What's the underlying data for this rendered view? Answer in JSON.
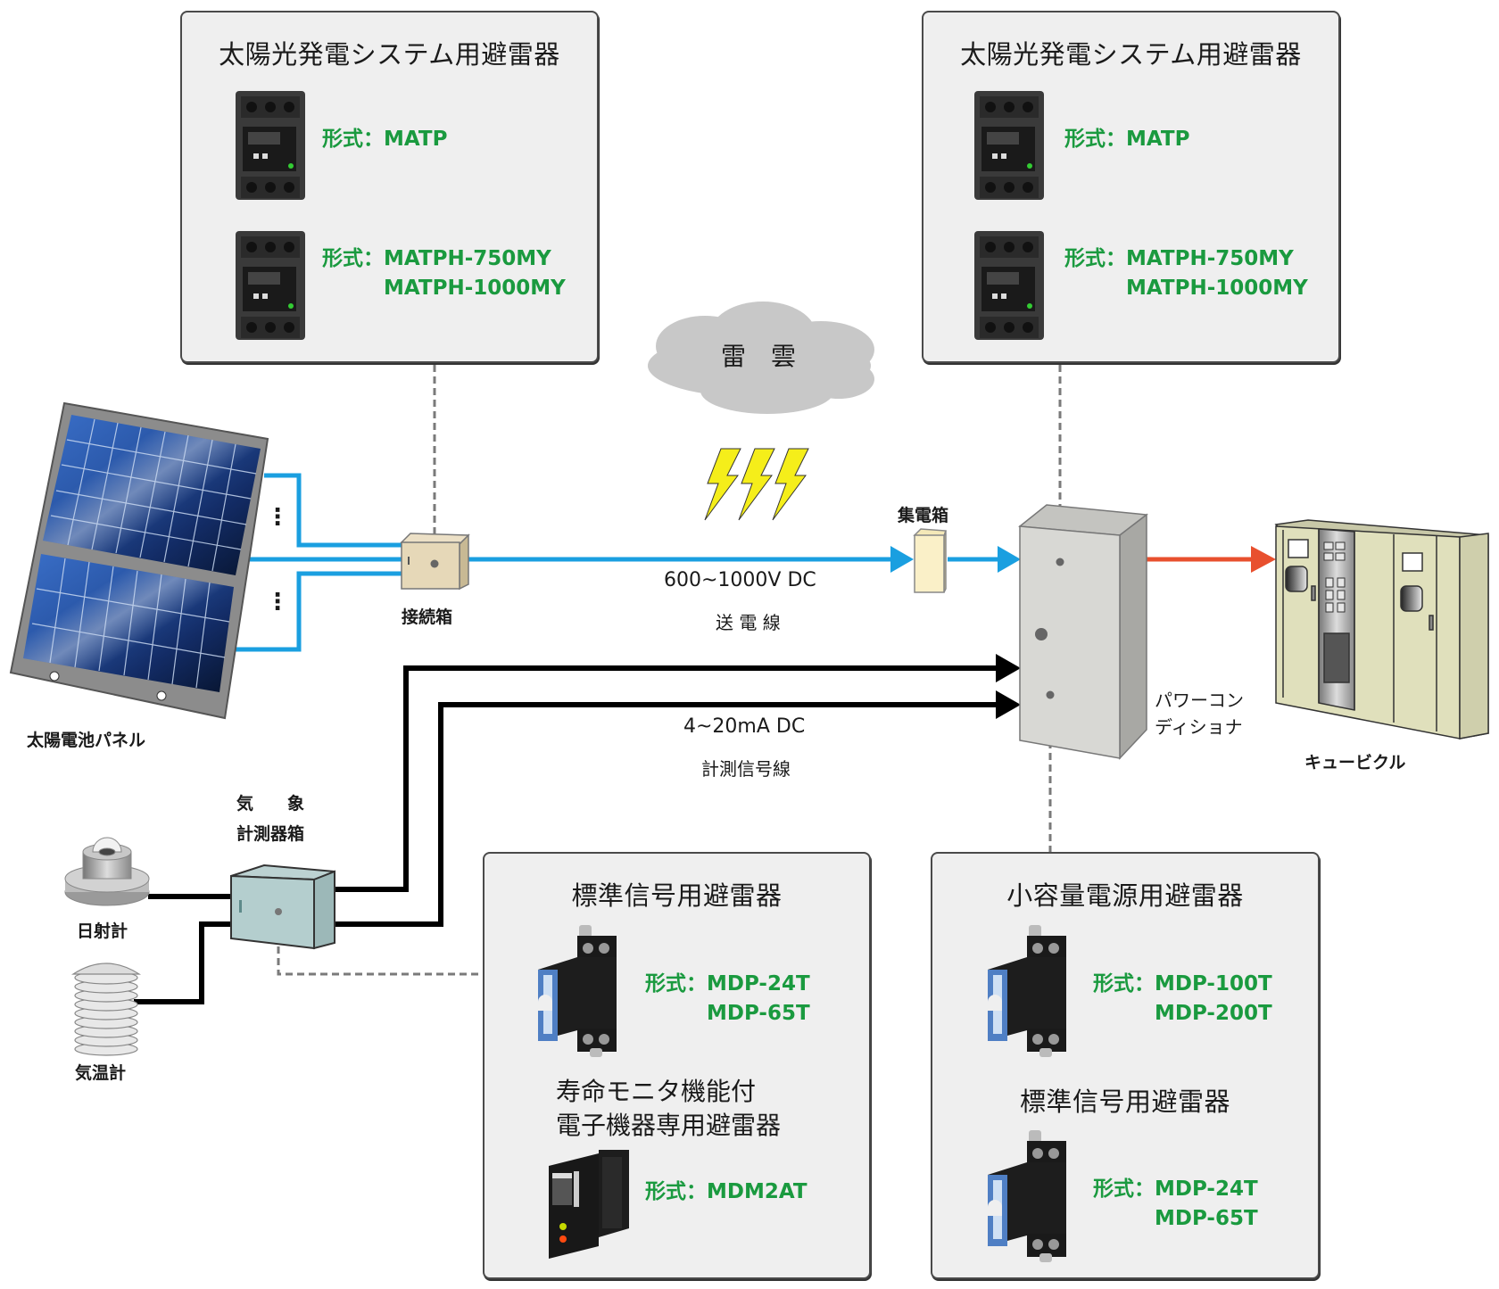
{
  "colors": {
    "power_line": "#1a9fe0",
    "ac_arrow": "#e8502e",
    "signal_line": "#000000",
    "model_text": "#1a9a3f",
    "box_fill": "#efefef",
    "dashed_line": "#7a7a7a",
    "lightning": "#f5ee1a",
    "cloud": "#c8c8c8"
  },
  "boxes": {
    "top_left": {
      "title": "太陽光発電システム用避雷器",
      "products": [
        {
          "label": "形式：",
          "models": [
            "MATP"
          ]
        },
        {
          "label": "形式：",
          "models": [
            "MATPH-750MY",
            "MATPH-1000MY"
          ]
        }
      ]
    },
    "top_right": {
      "title": "太陽光発電システム用避雷器",
      "products": [
        {
          "label": "形式：",
          "models": [
            "MATP"
          ]
        },
        {
          "label": "形式：",
          "models": [
            "MATPH-750MY",
            "MATPH-1000MY"
          ]
        }
      ]
    },
    "bottom_left": {
      "title": "標準信号用避雷器",
      "products": [
        {
          "label": "形式：",
          "models": [
            "MDP-24T",
            "MDP-65T"
          ]
        }
      ],
      "subtitle_lines": [
        "寿命モニタ機能付",
        "電子機器専用避雷器"
      ],
      "products2": [
        {
          "label": "形式：",
          "models": [
            "MDM2AT"
          ]
        }
      ]
    },
    "bottom_right": {
      "title": "小容量電源用避雷器",
      "products": [
        {
          "label": "形式：",
          "models": [
            "MDP-100T",
            "MDP-200T"
          ]
        }
      ],
      "subtitle": "標準信号用避雷器",
      "products2": [
        {
          "label": "形式：",
          "models": [
            "MDP-24T",
            "MDP-65T"
          ]
        }
      ]
    }
  },
  "labels": {
    "thundercloud": "雷　雲",
    "solar_panel": "太陽電池パネル",
    "junction_box": "接続箱",
    "collector_box": "集電箱",
    "power_voltage": "600~1000V DC",
    "power_line": "送 電 線",
    "signal_current": "4~20mA DC",
    "signal_line": "計測信号線",
    "power_conditioner": [
      "パワーコン",
      "ディショナ"
    ],
    "cubicle": "キュービクル",
    "weather_box": [
      "気　　象",
      "計測器箱"
    ],
    "pyranometer": "日射計",
    "thermometer": "気温計",
    "panel_ellipsis": "⋮"
  },
  "icons": {
    "solar_panel": "solar-panel-icon",
    "junction_box": "junction-box-icon",
    "collector_box": "collector-box-icon",
    "power_conditioner": "power-conditioner-icon",
    "cubicle": "cubicle-icon",
    "weather_box": "weather-box-icon",
    "pyranometer": "pyranometer-icon",
    "thermometer": "thermometer-shelter-icon",
    "cloud": "cloud-icon",
    "lightning": "lightning-icon",
    "surge_matp": "surge-protector-matp-icon",
    "surge_mdp": "surge-protector-mdp-icon",
    "surge_mdm2at": "surge-protector-mdm2at-icon"
  }
}
